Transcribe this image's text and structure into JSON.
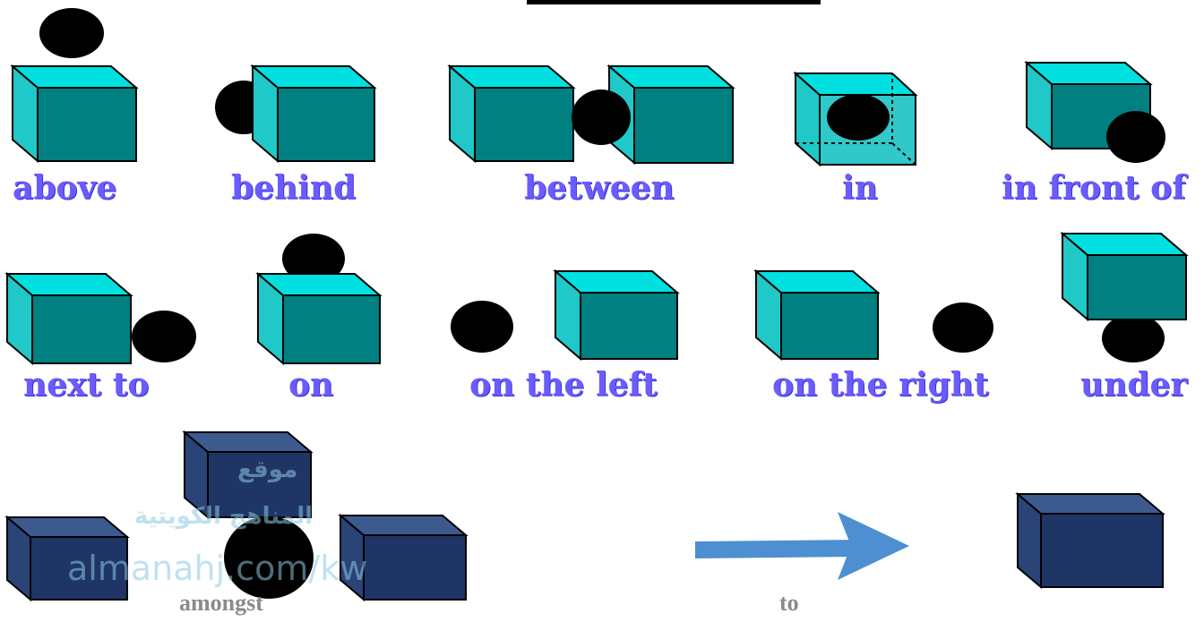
{
  "labels": {
    "above": "above",
    "behind": "behind",
    "between": "between",
    "in": "in",
    "in_front_of": "in front of",
    "next_to": "next to",
    "on": "on",
    "on_the_left": "on  the left",
    "on_the_right": "on  the right",
    "under": "under",
    "amongst": "amongst",
    "to": "to"
  },
  "watermark": {
    "arabic_line1": "موقع",
    "arabic_line2": "المناهج الكويتية",
    "url": "almanahj.com/kw"
  },
  "colors": {
    "cube_front": "#008080",
    "cube_top": "#00e0e0",
    "cube_side": "#20c8c8",
    "dark_front": "#1f3566",
    "dark_top": "#3d5a8f",
    "dark_side": "#2a4478",
    "ball": "#000000",
    "arrow": "#4d8fd1",
    "label": "#6a5cff",
    "label_gray": "#8a8a8a"
  }
}
